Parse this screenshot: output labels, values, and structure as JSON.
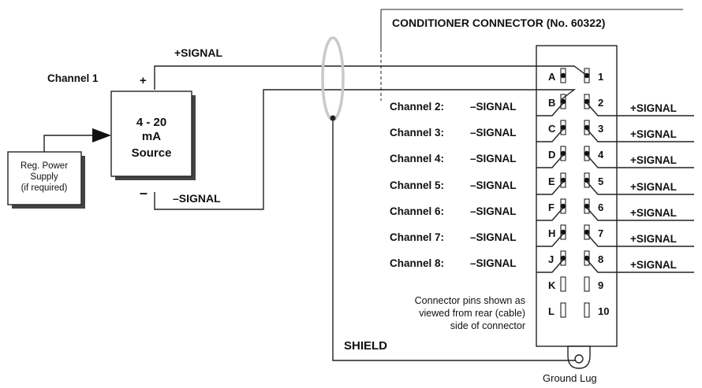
{
  "connector": {
    "title": "CONDITIONER CONNECTOR  (No. 60322)",
    "pins_left": [
      "A",
      "B",
      "C",
      "D",
      "E",
      "F",
      "H",
      "J",
      "K",
      "L"
    ],
    "pins_right": [
      "1",
      "2",
      "3",
      "4",
      "5",
      "6",
      "7",
      "8",
      "9",
      "10"
    ],
    "note_lines": [
      "Connector pins shown as",
      "viewed from rear (cable)",
      "side of connector"
    ],
    "ground_lug": "Ground Lug"
  },
  "source": {
    "channel": "Channel 1",
    "plus": "+",
    "minus": "–",
    "plus_signal": "+SIGNAL",
    "minus_signal": "–SIGNAL",
    "box_lines": [
      "4 - 20",
      "mA",
      "Source"
    ]
  },
  "power_supply": {
    "lines": [
      "Reg. Power",
      "Supply",
      "(if required)"
    ]
  },
  "shield": "SHIELD",
  "channels": [
    {
      "label": "Channel 2:",
      "minus": "–SIGNAL",
      "plus": "+SIGNAL"
    },
    {
      "label": "Channel 3:",
      "minus": "–SIGNAL",
      "plus": "+SIGNAL"
    },
    {
      "label": "Channel 4:",
      "minus": "–SIGNAL",
      "plus": "+SIGNAL"
    },
    {
      "label": "Channel 5:",
      "minus": "–SIGNAL",
      "plus": "+SIGNAL"
    },
    {
      "label": "Channel 6:",
      "minus": "–SIGNAL",
      "plus": "+SIGNAL"
    },
    {
      "label": "Channel 7:",
      "minus": "–SIGNAL",
      "plus": "+SIGNAL"
    },
    {
      "label": "Channel 8:",
      "minus": "–SIGNAL",
      "plus": "+SIGNAL"
    }
  ]
}
